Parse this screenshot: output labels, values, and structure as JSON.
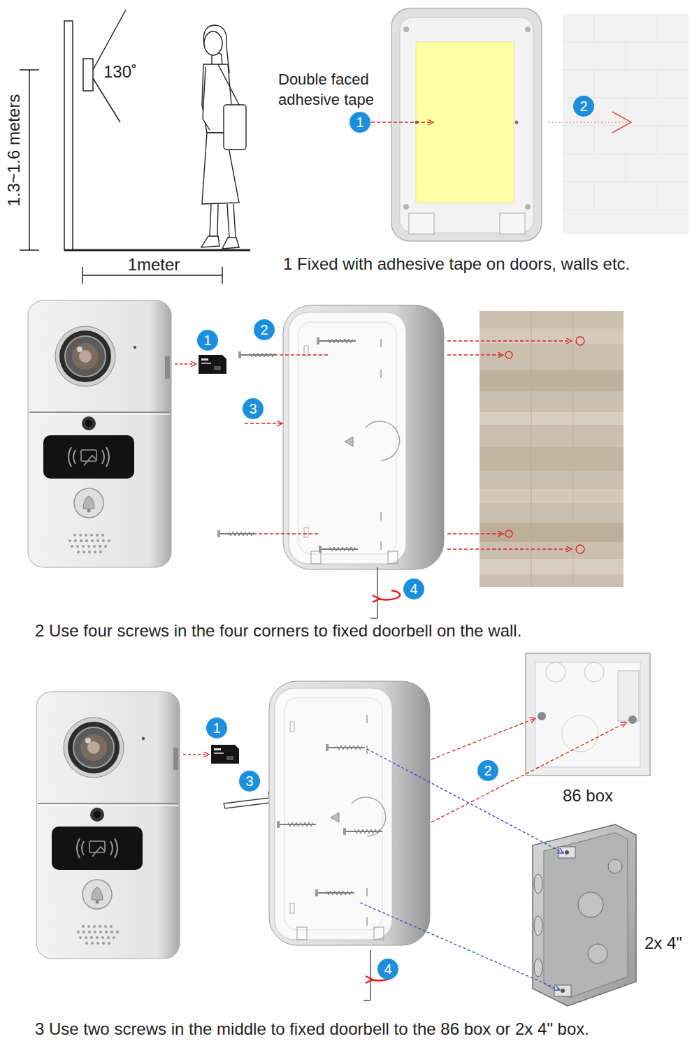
{
  "diagram": {
    "nodes": [
      {
        "text": [
          "1"
        ]
      },
      {
        "text": [
          "2"
        ]
      },
      {
        "text": [
          "1"
        ]
      },
      {
        "text": [
          "2"
        ]
      },
      {
        "text": [
          "3"
        ]
      },
      {
        "text": [
          "4"
        ]
      },
      {
        "text": [
          "1"
        ]
      },
      {
        "text": [
          "2"
        ]
      },
      {
        "text": [
          "3"
        ]
      },
      {
        "text": [
          "4"
        ]
      }
    ],
    "labels": [
      "1.3~1.6 meters",
      "130˚",
      "1meter",
      "Double faced adhesive tape",
      "1 Fixed with adhesive tape on doors, walls etc.",
      "2 Use four screws in the four corners to fixed doorbell on the wall.",
      "86 box",
      "2x 4\"",
      "3 Use two screws in the middle to fixed doorbell to the 86 box or 2x 4\" box."
    ]
  }
}
